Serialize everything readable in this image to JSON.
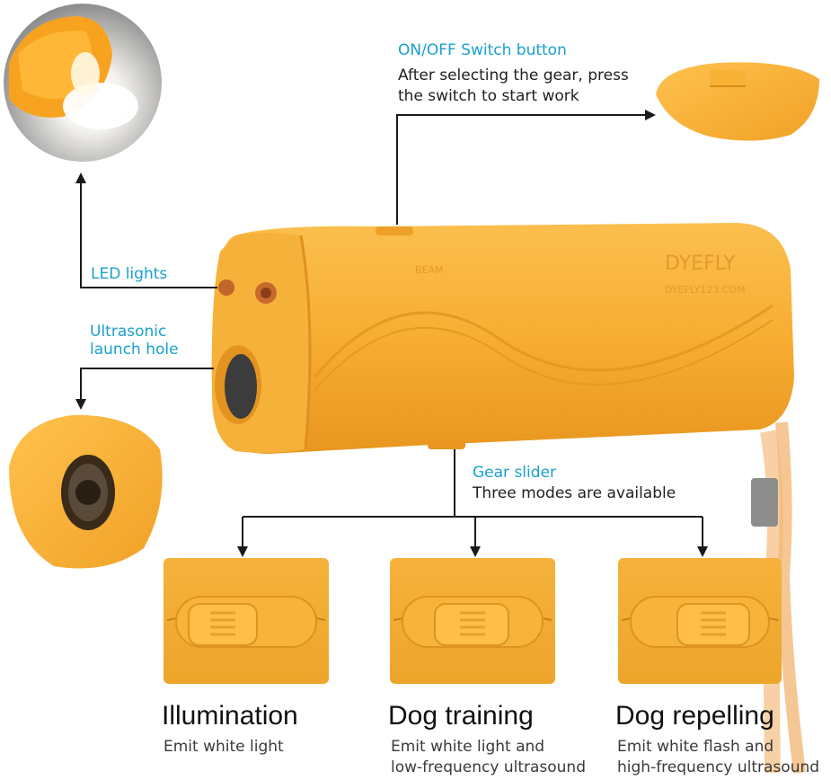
{
  "callouts": {
    "switch": {
      "title": "ON/OFF Switch button",
      "line1": "After selecting the gear, press",
      "line2": "the switch to start work"
    },
    "led": {
      "title": "LED lights"
    },
    "ultrasonic": {
      "line1": "Ultrasonic",
      "line2": "launch hole"
    },
    "gear": {
      "title": "Gear slider",
      "subtitle": "Three modes are available"
    }
  },
  "device": {
    "brand": "DYEFLY",
    "url": "DYEFLY123.COM",
    "beam": "BEAM"
  },
  "modes": [
    {
      "title": "Illumination",
      "line1": "Emit white light",
      "line2": ""
    },
    {
      "title": "Dog training",
      "line1": "Emit white light and",
      "line2": "low-frequency ultrasound"
    },
    {
      "title": "Dog repelling",
      "line1": "Emit white flash and",
      "line2": "high-frequency ultrasound"
    }
  ],
  "colors": {
    "accent_text": "#1aa0cf",
    "device_orange": "#f7ad32",
    "device_shadow": "#e08f1c"
  }
}
